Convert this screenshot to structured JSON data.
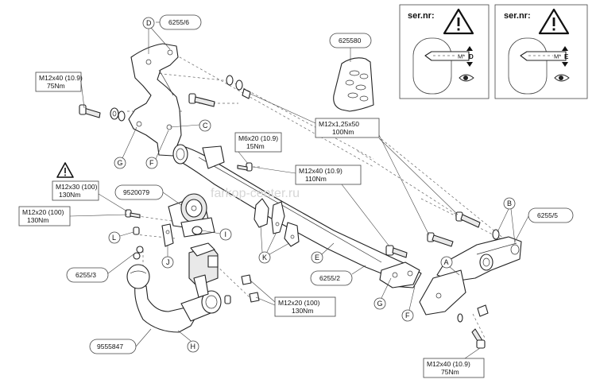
{
  "serial_panels": [
    {
      "title": "ser.nr:",
      "plate_text": "M*",
      "letter": "D"
    },
    {
      "title": "ser.nr:",
      "plate_text": "M*",
      "letter": "E"
    }
  ],
  "specs": {
    "bolt_top_left": {
      "size": "M12x40 (10.9)",
      "torque": "75Nm"
    },
    "bolt_m12x125": {
      "size": "M12x1,25x50",
      "torque": "100Nm"
    },
    "bolt_m6": {
      "size": "M6x20 (10.9)",
      "torque": "15Nm"
    },
    "bolt_m12x40_mid": {
      "size": "M12x40 (10.9)",
      "torque": "110Nm"
    },
    "bolt_m12x30": {
      "size": "M12x30 (100)",
      "torque": "130Nm"
    },
    "bolt_m12x20_left": {
      "size": "M12x20 (100)",
      "torque": "130Nm"
    },
    "bolt_m12x20_bottom": {
      "size": "M12x20 (100)",
      "torque": "130Nm"
    },
    "bolt_bottom_right": {
      "size": "M12x40 (10.9)",
      "torque": "75Nm"
    }
  },
  "part_numbers": {
    "bracket_left": "6255/6",
    "kit": "625580",
    "socket": "9520079",
    "bracket_right": "6255/5",
    "crossbar": "6255/2",
    "side_plate": "6255/3",
    "ball": "9555847"
  },
  "letters": {
    "D": "D",
    "C": "C",
    "G": "G",
    "F": "F",
    "B": "B",
    "A": "A",
    "E": "E",
    "K": "K",
    "I": "I",
    "L": "L",
    "J": "J",
    "H": "H"
  },
  "watermark": "farkop-center.ru"
}
